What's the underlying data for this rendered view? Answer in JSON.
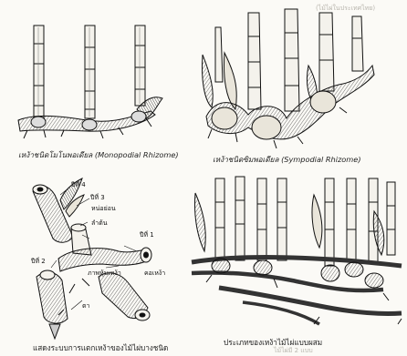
{
  "figures": [
    {
      "id": "monopodial",
      "caption": "เหง้าชนิดโมโนพอเดียล (Monopodial Rhizome)"
    },
    {
      "id": "sympodial",
      "caption": "เหง้าชนิดซิมพอเดียล (Sympodial Rhizome)"
    },
    {
      "id": "propagation",
      "caption": "แสดงระบบการแตกเหง้าของไม้ไผ่บางชนิด",
      "labels": {
        "year4_left": "ปีที่ 4",
        "year3": "ปีที่ 3",
        "bud": "หน่อย่อน",
        "culm": "ลำต้น",
        "year1": "ปีที่ 1",
        "year2": "ปีที่ 2",
        "rhizome_neck": "คอเหง้า",
        "rhizome_segment": "ภาพหุ้มเหง้า",
        "root": "ตา"
      }
    },
    {
      "id": "mixed",
      "caption": "ประเภทของเหง้าไม้ไผ่แบบผสม"
    }
  ],
  "page_bleed": {
    "top_right": "(ไม้ไผ่ในประเทศไทย)",
    "bottom": "ไม้ไผ่มี 2 แบบ"
  }
}
